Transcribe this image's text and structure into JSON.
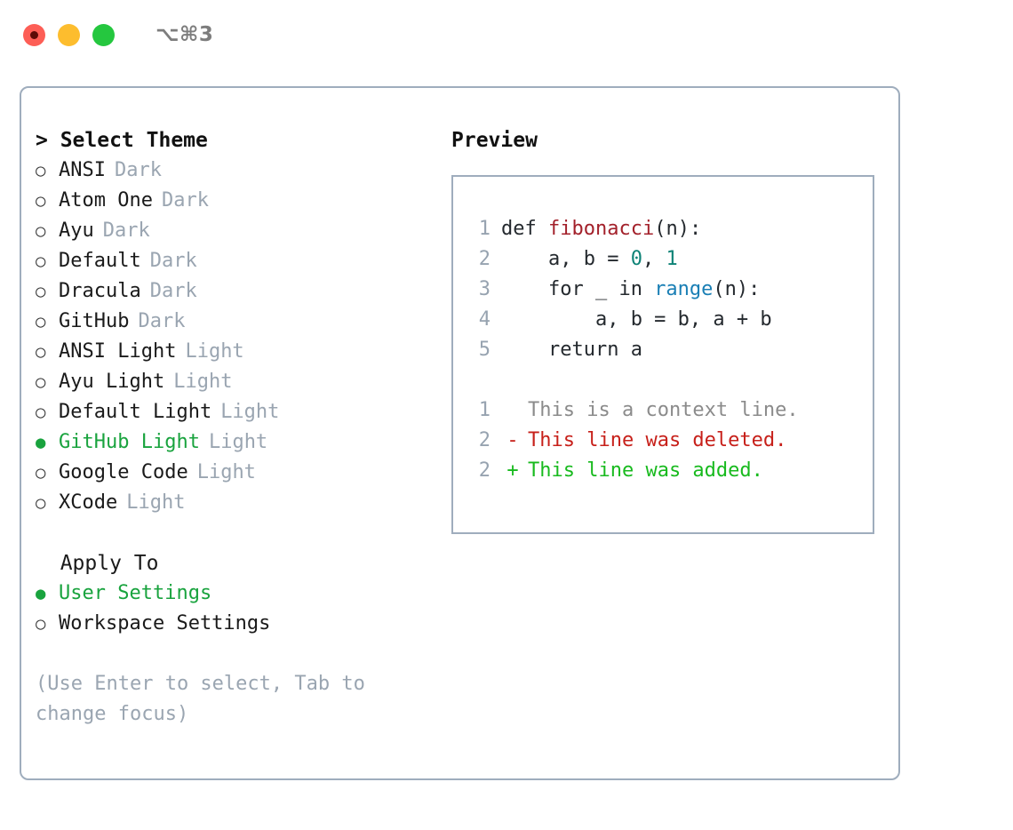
{
  "window": {
    "shortcut": "⌥⌘3",
    "lights": [
      "close-red",
      "minimize-yellow",
      "maximize-green"
    ]
  },
  "theme_panel": {
    "heading": "> Select Theme",
    "items": [
      {
        "bullet": "○",
        "name": "ANSI",
        "tag": "Dark",
        "selected": false
      },
      {
        "bullet": "○",
        "name": "Atom One",
        "tag": "Dark",
        "selected": false
      },
      {
        "bullet": "○",
        "name": "Ayu",
        "tag": "Dark",
        "selected": false
      },
      {
        "bullet": "○",
        "name": "Default",
        "tag": "Dark",
        "selected": false
      },
      {
        "bullet": "○",
        "name": "Dracula",
        "tag": "Dark",
        "selected": false
      },
      {
        "bullet": "○",
        "name": "GitHub",
        "tag": "Dark",
        "selected": false
      },
      {
        "bullet": "○",
        "name": "ANSI Light",
        "tag": "Light",
        "selected": false
      },
      {
        "bullet": "○",
        "name": "Ayu Light",
        "tag": "Light",
        "selected": false
      },
      {
        "bullet": "○",
        "name": "Default Light",
        "tag": "Light",
        "selected": false
      },
      {
        "bullet": "●",
        "name": "GitHub Light",
        "tag": "Light",
        "selected": true
      },
      {
        "bullet": "○",
        "name": "Google Code",
        "tag": "Light",
        "selected": false
      },
      {
        "bullet": "○",
        "name": "XCode",
        "tag": "Light",
        "selected": false
      }
    ]
  },
  "apply_to": {
    "heading": "  Apply To",
    "items": [
      {
        "bullet": "●",
        "name": "User Settings",
        "selected": true
      },
      {
        "bullet": "○",
        "name": "Workspace Settings",
        "selected": false
      }
    ]
  },
  "hint": "(Use Enter to select, Tab to change focus)",
  "preview": {
    "label": "Preview",
    "code_lines": [
      {
        "no": "1",
        "tokens": [
          {
            "t": "def ",
            "c": "code-txt"
          },
          {
            "t": "fibonacci",
            "c": "tok-fn"
          },
          {
            "t": "(n):",
            "c": "code-txt"
          }
        ]
      },
      {
        "no": "2",
        "tokens": [
          {
            "t": "    a, b = ",
            "c": "code-txt"
          },
          {
            "t": "0",
            "c": "tok-num"
          },
          {
            "t": ", ",
            "c": "code-txt"
          },
          {
            "t": "1",
            "c": "tok-num"
          }
        ]
      },
      {
        "no": "3",
        "tokens": [
          {
            "t": "    for _ in ",
            "c": "code-txt"
          },
          {
            "t": "range",
            "c": "tok-call"
          },
          {
            "t": "(n):",
            "c": "code-txt"
          }
        ]
      },
      {
        "no": "4",
        "tokens": [
          {
            "t": "        a, b = b, a + b",
            "c": "code-txt"
          }
        ]
      },
      {
        "no": "5",
        "tokens": [
          {
            "t": "    return a",
            "c": "code-txt"
          }
        ]
      }
    ],
    "diff_lines": [
      {
        "no": "1",
        "marker": " ",
        "text": "This is a context line.",
        "kind": "d-ctx"
      },
      {
        "no": "2",
        "marker": "-",
        "text": "This line was deleted.",
        "kind": "d-del"
      },
      {
        "no": "2",
        "marker": "+",
        "text": "This line was added.",
        "kind": "d-add"
      }
    ]
  },
  "colors": {
    "accent_green": "#19a33e",
    "muted": "#9aa5b1",
    "border": "#9fadbd",
    "diff_add": "#18ba1e",
    "diff_del": "#c7201a",
    "fn_red": "#a3212b",
    "num_teal": "#0e8377",
    "call_blue": "#1a7fb5"
  }
}
